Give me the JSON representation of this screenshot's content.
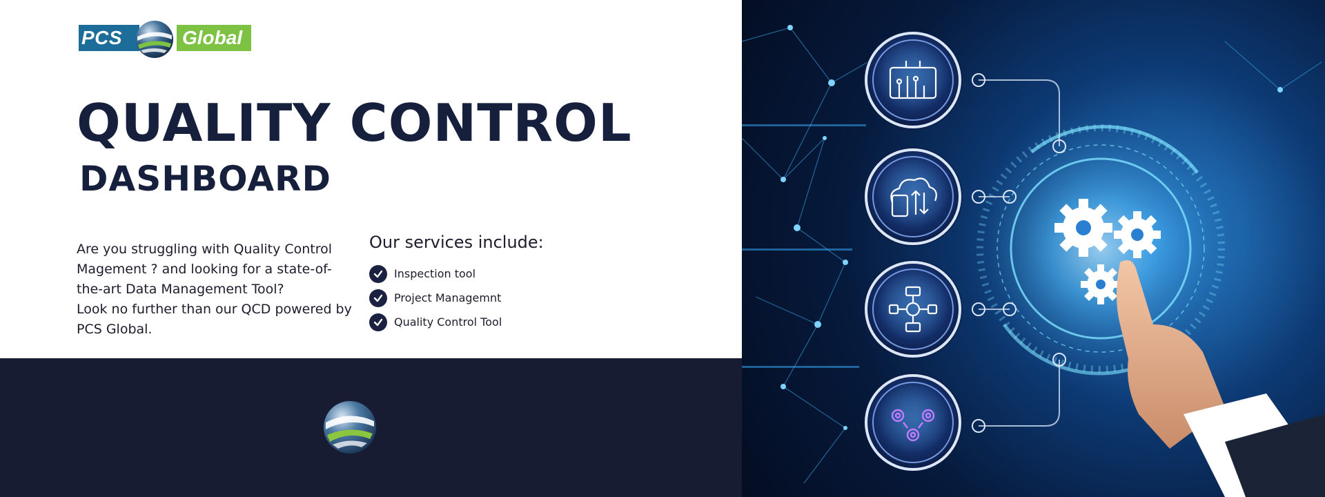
{
  "brand": {
    "logo_left_text": "PCS",
    "logo_right_text": "Global",
    "colors": {
      "navy": "#16203c",
      "blue": "#1c6d99",
      "green": "#7dc242",
      "footer": "#181c33"
    }
  },
  "hero": {
    "title": "QUALITY CONTROL",
    "subtitle": "DASHBOARD"
  },
  "intro": {
    "line1": "Are you struggling with Quality Control Magement ? and looking for a state-of-the-art Data Management Tool?",
    "line2": "Look no further than our QCD powered by PCS Global."
  },
  "services": {
    "heading": "Our services include:",
    "items": [
      {
        "label": "Inspection tool",
        "icon": "check-circle-icon"
      },
      {
        "label": "Project Managemnt",
        "icon": "check-circle-icon"
      },
      {
        "label": "Quality Control Tool",
        "icon": "check-circle-icon"
      }
    ]
  },
  "visual": {
    "icons": [
      "circuit-board-icon",
      "cloud-calculator-icon",
      "flowchart-gear-icon",
      "gears-icon"
    ],
    "central": "gears-hologram-icon"
  }
}
